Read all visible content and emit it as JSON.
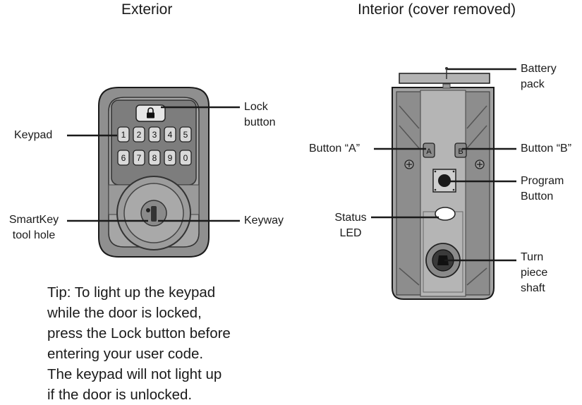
{
  "titles": {
    "exterior": "Exterior",
    "interior": "Interior (cover removed)"
  },
  "labels": {
    "keypad": "Keypad",
    "lock_button": [
      "Lock",
      "button"
    ],
    "smartkey_tool_hole": [
      "SmartKey",
      "tool hole"
    ],
    "keyway": "Keyway",
    "battery_pack": [
      "Battery",
      "pack"
    ],
    "button_a": "Button “A”",
    "button_b": "Button “B”",
    "program_button": [
      "Program",
      "Button"
    ],
    "status_led": [
      "Status",
      "LED"
    ],
    "turn_piece_shaft": [
      "Turn",
      "piece",
      "shaft"
    ]
  },
  "keypad_keys": {
    "row1": [
      "1",
      "2",
      "3",
      "4",
      "5"
    ],
    "row2": [
      "6",
      "7",
      "8",
      "9",
      "0"
    ]
  },
  "interior_tabs": {
    "a": "A",
    "b": "B"
  },
  "tip": [
    "Tip: To light up the keypad",
    "while the door is locked,",
    "press the Lock button before",
    "entering your user code.",
    "The keypad will not light up",
    "if the door is unlocked."
  ],
  "icons": [
    "lock-icon",
    "screw-icon"
  ],
  "colors": {
    "line": "#1a1a1a",
    "device_fill": "#9e9e9e",
    "device_dark": "#555555",
    "key_fill": "#d9d9d9"
  }
}
